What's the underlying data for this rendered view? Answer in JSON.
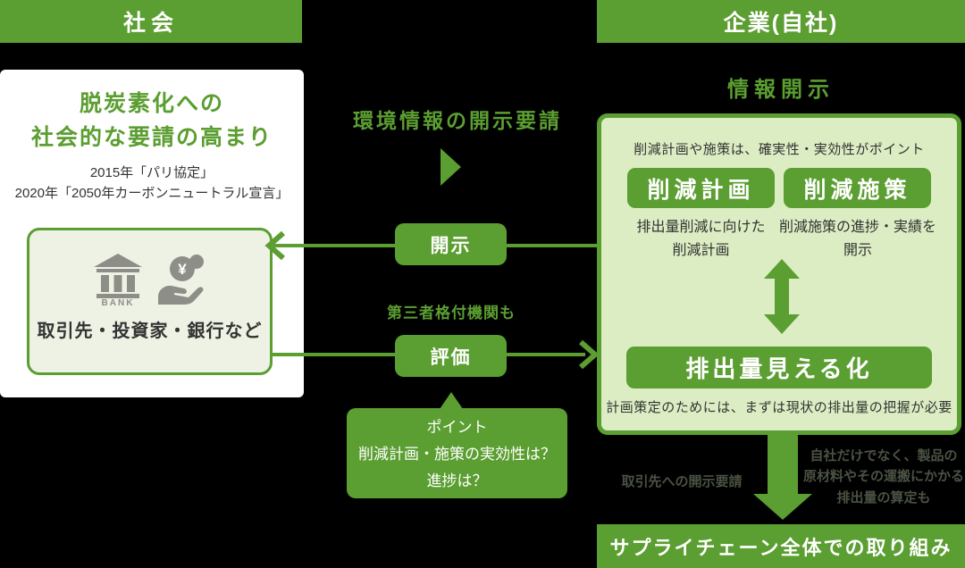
{
  "colors": {
    "main_green": "#5b9e31",
    "panel_light_green": "#dcedc3",
    "stakeholder_box_green": "#eef2e4",
    "text_dark": "#333333",
    "muted_green_text": "#4a5243",
    "icon_gray": "#8e8e88",
    "background": "#000000",
    "white": "#ffffff"
  },
  "society": {
    "header": "社会",
    "card": {
      "title_line1": "脱炭素化への",
      "title_line2": "社会的な要請の高まり",
      "note_line1": "2015年「パリ協定」",
      "note_line2": "2020年「2050年カーボンニュートラル宣言」",
      "stakeholders": {
        "label": "取引先・投資家・銀行など",
        "bank_icon_label": "BANK",
        "coin_symbol": "¥"
      }
    }
  },
  "middle": {
    "request_label": "環境情報の開示要請",
    "disclose_button": "開示",
    "third_party_label": "第三者格付機関も",
    "evaluate_button": "評価",
    "point_bubble": {
      "line1": "ポイント",
      "line2": "削減計画・施策の実効性は？",
      "line3": "進捗は？"
    }
  },
  "company": {
    "header": "企業(自社)",
    "disclosure_title": "情報開示",
    "panel": {
      "top_note": "削減計画や施策は、確実性・実効性がポイント",
      "plan_button": "削減計画",
      "measure_button": "削減施策",
      "plan_desc_line1": "排出量削減に向けた",
      "plan_desc_line2": "削減計画",
      "measure_desc_line1": "削減施策の進捗・実績を",
      "measure_desc_line2": "開示",
      "visualize_button": "排出量見える化",
      "bottom_note": "計画策定のためには、まずは現状の排出量の把握が必要"
    },
    "supplier_request_label": "取引先への開示要請",
    "scope3_note_line1": "自社だけでなく、製品の",
    "scope3_note_line2": "原材料やその運搬にかかる",
    "scope3_note_line3": "排出量の算定も",
    "supply_chain_bar": "サプライチェーン全体での取り組み"
  }
}
